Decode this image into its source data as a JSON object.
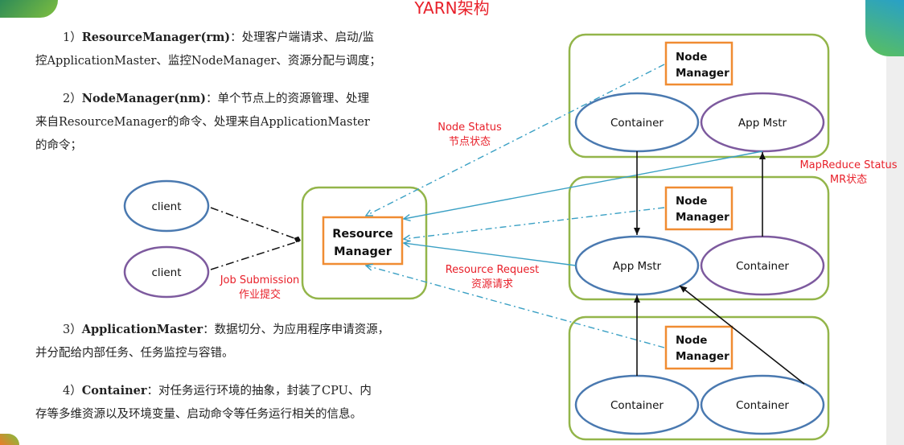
{
  "title": "YARN架构",
  "paragraphs": [
    {
      "num": "1）",
      "term": "ResourceManager(rm)",
      "sep": "：",
      "line1": "处理客户端请求、启动/监",
      "line2": "控ApplicationMaster、监控NodeManager、资源分配与调度；"
    },
    {
      "num": "2）",
      "term": "NodeManager(nm)",
      "sep": "：",
      "line1": "单个节点上的资源管理、处理",
      "line2": "来自ResourceManager的命令、处理来自ApplicationMaster",
      "line3": "的命令；"
    },
    {
      "num": "3）",
      "term": "ApplicationMaster",
      "sep": "：",
      "line1": "数据切分、为应用程序申请资源，",
      "line2": "并分配给内部任务、任务监控与容错。"
    },
    {
      "num": "4）",
      "term": "Container",
      "sep": "：",
      "line1": "对任务运行环境的抽象，封装了CPU、内",
      "line2": "存等多维资源以及环境变量、启动命令等任务运行相关的信息。"
    }
  ],
  "diagram": {
    "clients": [
      "client",
      "client"
    ],
    "resource_manager": {
      "line1": "Resource",
      "line2": "Manager"
    },
    "node_manager": {
      "line1": "Node",
      "line2": "Manager"
    },
    "nodes": [
      {
        "left": "Container",
        "right": "App Mstr"
      },
      {
        "left": "App Mstr",
        "right": "Container"
      },
      {
        "left": "Container",
        "right": "Container"
      }
    ],
    "labels": {
      "node_status": "Node Status",
      "node_status_cn": "节点状态",
      "mr_status": "MapReduce Status",
      "mr_status_cn": "MR状态",
      "job_submission": "Job Submission",
      "job_submission_cn": "作业提交",
      "resource_request": "Resource Request",
      "resource_request_cn": "资源请求"
    },
    "colors": {
      "label_red": "#e8202a",
      "box_green": "#93b54a",
      "nm_orange": "#f08c32",
      "ellipse_blue": "#4a79b0",
      "ellipse_purple": "#7d5a9e",
      "line_blue": "#3aa0c4"
    }
  }
}
